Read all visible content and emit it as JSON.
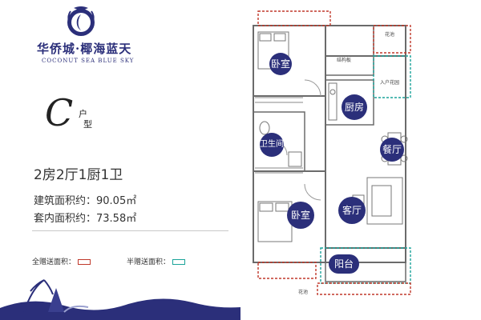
{
  "brand": {
    "name_zh": "华侨城·椰海蓝天",
    "name_en": "COCONUT SEA BLUE SKY"
  },
  "unit": {
    "letter": "C",
    "label_top": "户",
    "label_bottom": "型",
    "layout": "2房2厅1厨1卫",
    "building_area": "建筑面积约：90.05㎡",
    "inner_area": "套内面积约：73.58㎡"
  },
  "legend": {
    "full_gift_label": "全赠送面积：",
    "full_gift_color": "#c0392b",
    "half_gift_label": "半赠送面积：",
    "half_gift_color": "#1aa39a"
  },
  "rooms": {
    "bedroom_top": "卧室",
    "bedroom_bottom": "卧室",
    "kitchen": "厨房",
    "bathroom": "卫生间",
    "dining": "餐厅",
    "living": "客厅",
    "balcony": "阳台",
    "structure_board": "结构板",
    "flower_bed": "花池",
    "entry_garden": "入户花园"
  },
  "colors": {
    "brand_blue": "#2b2f7a",
    "wall": "#6b6b6b"
  }
}
